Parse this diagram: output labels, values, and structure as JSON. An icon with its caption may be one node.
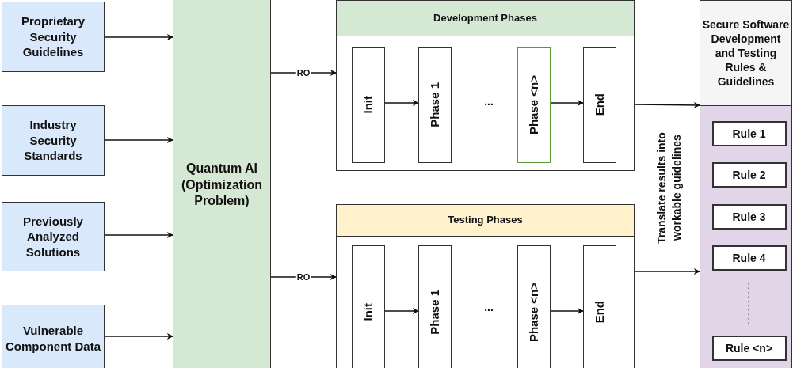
{
  "diagram": {
    "nodes": [
      {
        "text": [
          "Proprietary Security Guidelines"
        ]
      },
      {
        "text": [
          "Industry Security Standards"
        ]
      },
      {
        "text": [
          "Previously Analyzed Solutions"
        ]
      },
      {
        "text": [
          "Vulnerable Component Data"
        ]
      },
      {
        "text": [
          "Quantum AI (Optimization Problem)"
        ]
      },
      {
        "text": [
          "Development Phases"
        ]
      },
      {
        "text": [
          "Init"
        ],
        "in": 5
      },
      {
        "text": [
          "Phase 1"
        ],
        "in": 5
      },
      {
        "text": [
          "Phase <n>"
        ],
        "in": 5
      },
      {
        "text": [
          "End"
        ],
        "in": 5
      },
      {
        "text": [
          "Testing Phases"
        ]
      },
      {
        "text": [
          "Init"
        ],
        "in": 10
      },
      {
        "text": [
          "Phase 1"
        ],
        "in": 10
      },
      {
        "text": [
          "Phase <n>"
        ],
        "in": 10
      },
      {
        "text": [
          "End"
        ],
        "in": 10
      },
      {
        "text": [
          "Secure Software Development and Testing Rules & Guidelines"
        ]
      },
      {
        "text": [
          "Rule 1"
        ],
        "in": 15
      },
      {
        "text": [
          "Rule 2"
        ],
        "in": 15
      },
      {
        "text": [
          "Rule 3"
        ],
        "in": 15
      },
      {
        "text": [
          "Rule 4"
        ],
        "in": 15
      },
      {
        "text": [
          "Rule <n>"
        ],
        "in": 15
      }
    ],
    "edges": [
      {
        "from": 0,
        "to": 4,
        "arrow": "to"
      },
      {
        "from": 1,
        "to": 4,
        "arrow": "to"
      },
      {
        "from": 2,
        "to": 4,
        "arrow": "to"
      },
      {
        "from": 3,
        "to": 4,
        "arrow": "to"
      },
      {
        "from": 4,
        "to": 5,
        "arrow": "to",
        "label": "RO"
      },
      {
        "from": 4,
        "to": 10,
        "arrow": "to",
        "label": "RO"
      },
      {
        "from": 6,
        "to": 7,
        "arrow": "to"
      },
      {
        "from": 8,
        "to": 9,
        "arrow": "to"
      },
      {
        "from": 11,
        "to": 12,
        "arrow": "to"
      },
      {
        "from": 13,
        "to": 14,
        "arrow": "to"
      },
      {
        "from": 5,
        "to": 15,
        "arrow": "to"
      },
      {
        "from": 10,
        "to": 15,
        "arrow": "to"
      }
    ],
    "labels": [
      "...",
      "...",
      "Translate results into workable guidelines"
    ]
  }
}
